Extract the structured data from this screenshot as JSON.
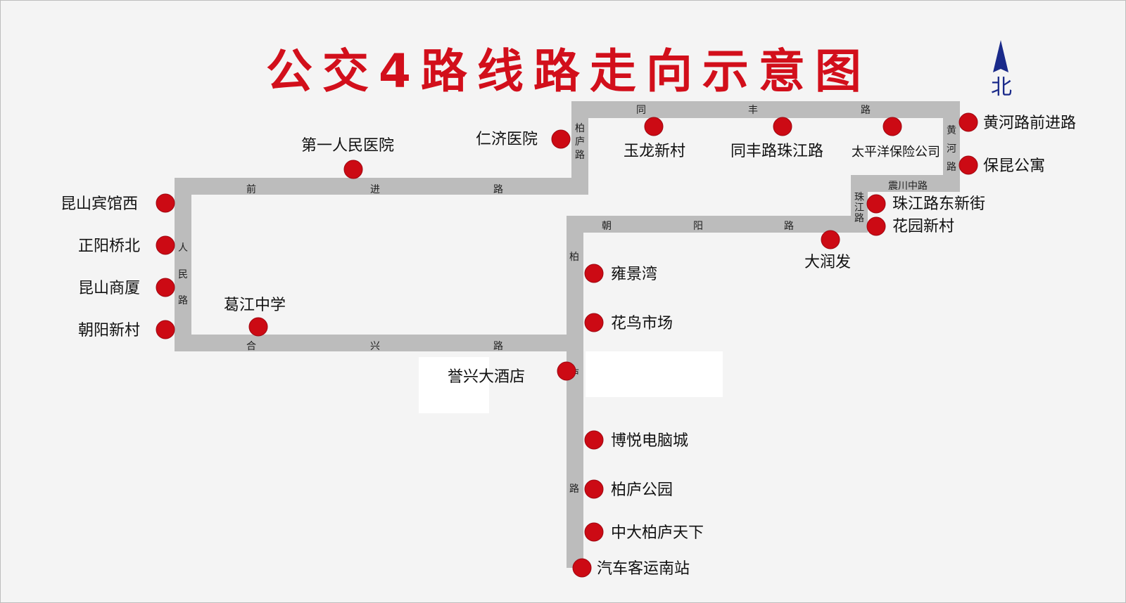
{
  "title": "公交4路线路走向示意图",
  "compass": {
    "label": "北",
    "icon": "north-arrow-icon"
  },
  "colors": {
    "title": "#d20f1b",
    "stop": "#cc0a14",
    "route": "#bcbcbc",
    "compass": "#1a2a8a"
  },
  "roads": [
    {
      "id": "qianjin",
      "label_chars": [
        "前",
        "进",
        "路"
      ]
    },
    {
      "id": "tongfeng",
      "label_chars": [
        "同",
        "丰",
        "路"
      ]
    },
    {
      "id": "renmin",
      "label_chars": [
        "人",
        "民",
        "路"
      ]
    },
    {
      "id": "hexing",
      "label_chars": [
        "合",
        "兴",
        "路"
      ]
    },
    {
      "id": "bailu-north",
      "label_chars": [
        "柏",
        "庐",
        "路"
      ]
    },
    {
      "id": "huanghe",
      "label_chars": [
        "黄",
        "河",
        "路"
      ]
    },
    {
      "id": "zhenchuan",
      "label": "震川中路"
    },
    {
      "id": "zhujiang",
      "label_chars": [
        "珠",
        "江",
        "路"
      ]
    },
    {
      "id": "chaoyang",
      "label_chars": [
        "朝",
        "阳",
        "路"
      ]
    },
    {
      "id": "bailu-south",
      "label_chars": [
        "柏",
        "庐",
        "路"
      ]
    }
  ],
  "stops": [
    {
      "id": "diyi",
      "label": "第一人民医院"
    },
    {
      "id": "renji",
      "label": "仁济医院"
    },
    {
      "id": "yulong",
      "label": "玉龙新村"
    },
    {
      "id": "tongfeng-zhujiang",
      "label": "同丰路珠江路"
    },
    {
      "id": "taipingyang",
      "label": "太平洋保险公司"
    },
    {
      "id": "huanghe-qianjin",
      "label": "黄河路前进路"
    },
    {
      "id": "baokun",
      "label": "保昆公寓"
    },
    {
      "id": "kunshan-binguan",
      "label": "昆山宾馆西"
    },
    {
      "id": "zhengyang",
      "label": "正阳桥北"
    },
    {
      "id": "kunshan-shangsha",
      "label": "昆山商厦"
    },
    {
      "id": "chaoyang-xincun",
      "label": "朝阳新村"
    },
    {
      "id": "gejiang",
      "label": "葛江中学"
    },
    {
      "id": "zhujiang-dongxinjie",
      "label": "珠江路东新街"
    },
    {
      "id": "huayuan",
      "label": "花园新村"
    },
    {
      "id": "darunfa",
      "label": "大润发"
    },
    {
      "id": "yongjingwan",
      "label": "雍景湾"
    },
    {
      "id": "huaniao",
      "label": "花鸟市场"
    },
    {
      "id": "yuxing",
      "label": "誉兴大酒店"
    },
    {
      "id": "boyue",
      "label": "博悦电脑城"
    },
    {
      "id": "bailu-park",
      "label": "柏庐公园"
    },
    {
      "id": "zhongda",
      "label": "中大柏庐天下"
    },
    {
      "id": "bus-south",
      "label": "汽车客运南站"
    }
  ]
}
